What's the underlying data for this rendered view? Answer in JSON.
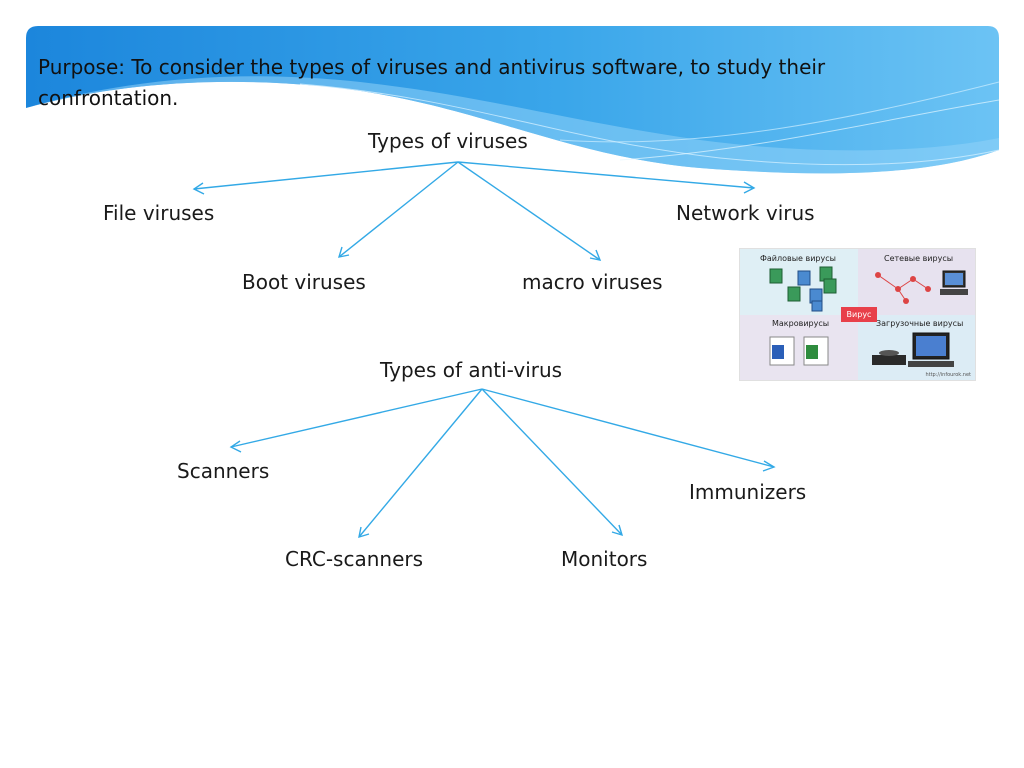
{
  "purpose": "Purpose: To consider the types of viruses and antivirus software, to study their confrontation.",
  "viruses": {
    "root": "Types of viruses",
    "children": [
      "File viruses",
      "Network virus",
      "Boot viruses",
      "macro viruses"
    ]
  },
  "antivirus": {
    "root": "Types of anti-virus",
    "children": [
      "Scanners",
      "Immunizers",
      "CRC-scanners",
      "Monitors"
    ]
  },
  "image": {
    "labels": {
      "file": "Файловые вирусы",
      "network": "Сетевые вирусы",
      "macro": "Макровирусы",
      "boot": "Загрузочные вирусы",
      "badge": "Вирус",
      "source": "http://infourok.net"
    }
  },
  "colors": {
    "arrow": "#33a9e6",
    "header_dark": "#1e90e0",
    "header_light": "#7fcaf5"
  }
}
